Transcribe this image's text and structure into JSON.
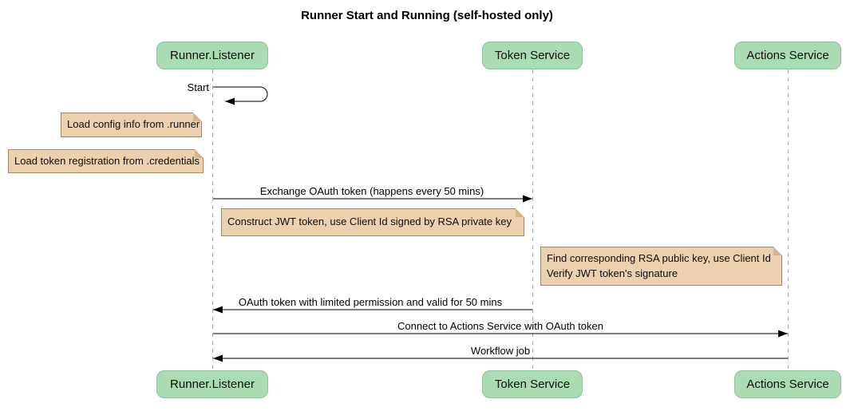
{
  "title": "Runner Start and Running (self-hosted only)",
  "participants": [
    {
      "name": "Runner.Listener"
    },
    {
      "name": "Token Service"
    },
    {
      "name": "Actions Service"
    }
  ],
  "messages": [
    {
      "label": "Start",
      "from": "Runner.Listener",
      "to": "Runner.Listener",
      "kind": "self"
    },
    {
      "label": "Exchange OAuth token (happens every 50 mins)",
      "from": "Runner.Listener",
      "to": "Token Service",
      "kind": "arrow"
    },
    {
      "label": "OAuth token with limited permission and valid for 50 mins",
      "from": "Token Service",
      "to": "Runner.Listener",
      "kind": "arrow"
    },
    {
      "label": "Connect to Actions Service with OAuth token",
      "from": "Runner.Listener",
      "to": "Actions Service",
      "kind": "arrow"
    },
    {
      "label": "Workflow job",
      "from": "Actions Service",
      "to": "Runner.Listener",
      "kind": "arrow"
    }
  ],
  "notes": [
    {
      "text": "Load config info from .runner",
      "position": "left of Runner.Listener"
    },
    {
      "text": "Load token registration from .credentials",
      "position": "left of Runner.Listener"
    },
    {
      "text": "Construct JWT token, use Client Id signed by RSA private key",
      "position": "over Runner.Listener to Token Service"
    },
    {
      "line1": "Find corresponding RSA public key, use Client Id",
      "line2": "Verify JWT token's signature",
      "position": "left of Actions Service"
    }
  ],
  "colors": {
    "participant_fill": "#a9dcb2",
    "participant_border": "#8fbf9c",
    "note_fill": "#ebd1ae",
    "note_border": "#a0876a",
    "note_fold": "#d5b68c",
    "lifeline": "#adadad",
    "message_line": "#000000",
    "background": "#ffffff"
  }
}
